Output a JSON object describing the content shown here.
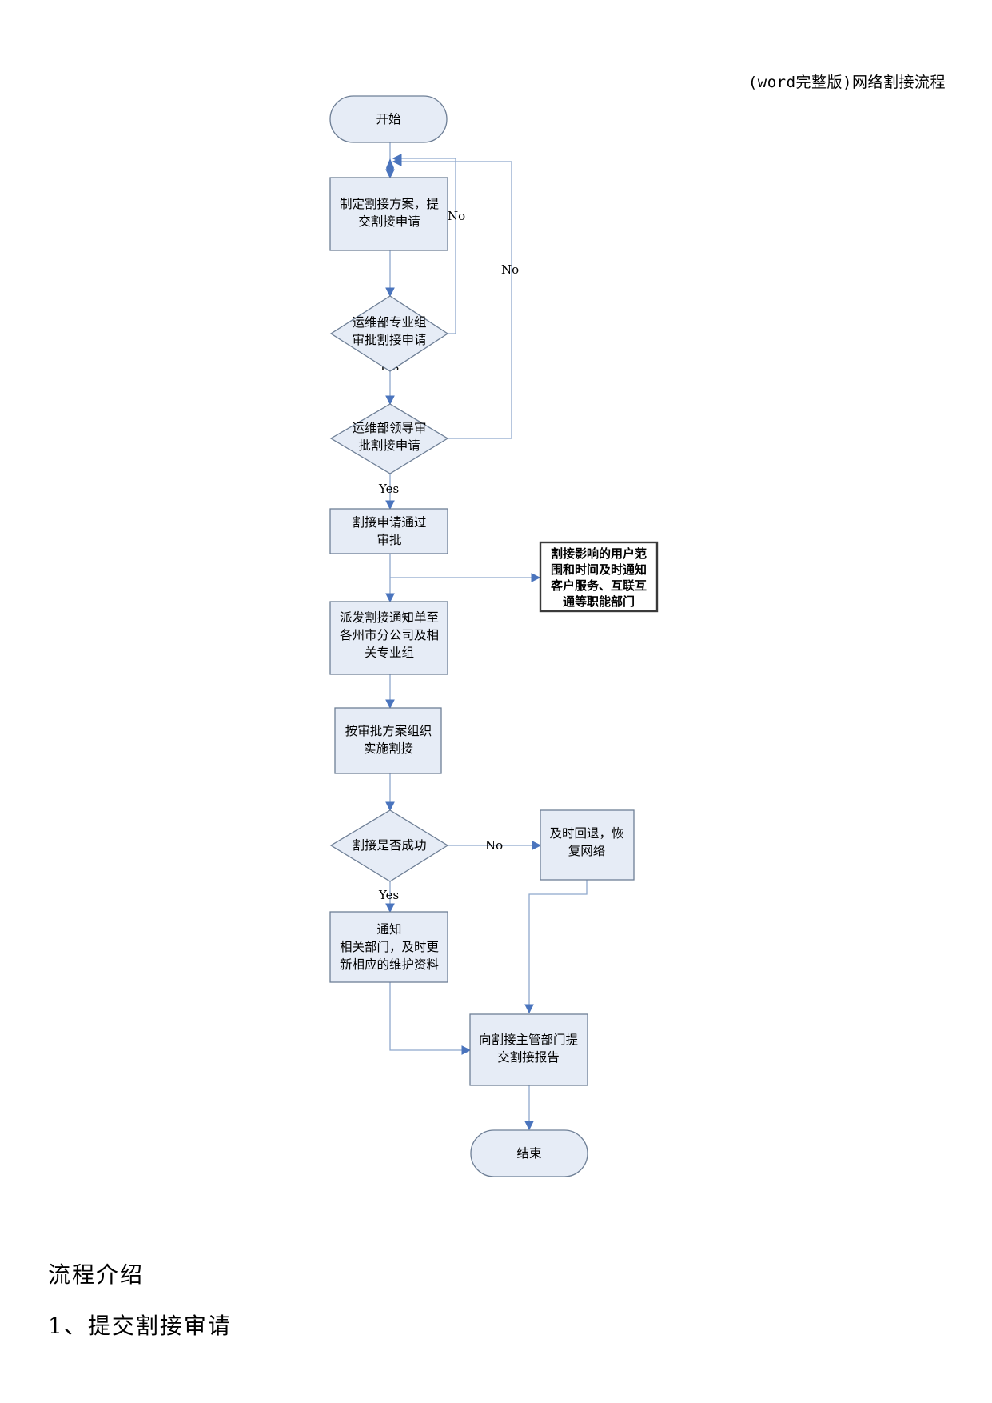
{
  "header": {
    "doc_title": "(word完整版)网络割接流程"
  },
  "flowchart": {
    "start": "开始",
    "make_plan": [
      "制定割接方案，提",
      "交割接申请"
    ],
    "dept_approve": [
      "运维部专业组",
      "审批割接申请"
    ],
    "leader_approve": [
      "运维部领导审",
      "批割接申请"
    ],
    "approved": [
      "割接申请通过",
      "审批"
    ],
    "notify_users": [
      "割接影响的用户范",
      "围和时间及时通知",
      "客户服务、互联互",
      "通等职能部门"
    ],
    "dispatch": [
      "派发割接通知单至",
      "各州市分公司及相",
      "关专业组"
    ],
    "execute": [
      "按审批方案组织",
      "实施割接"
    ],
    "success_check": "割接是否成功",
    "rollback": [
      "及时回退，恢",
      "复网络"
    ],
    "notify_update": [
      "通知",
      "相关部门，及时更",
      "新相应的维护资料"
    ],
    "report": [
      "向割接主管部门提",
      "交割接报告"
    ],
    "end": "结束",
    "labels": {
      "no": "No",
      "yes": "Yes"
    }
  },
  "body": {
    "intro": "流程介绍",
    "step1": "1、提交割接审请"
  }
}
